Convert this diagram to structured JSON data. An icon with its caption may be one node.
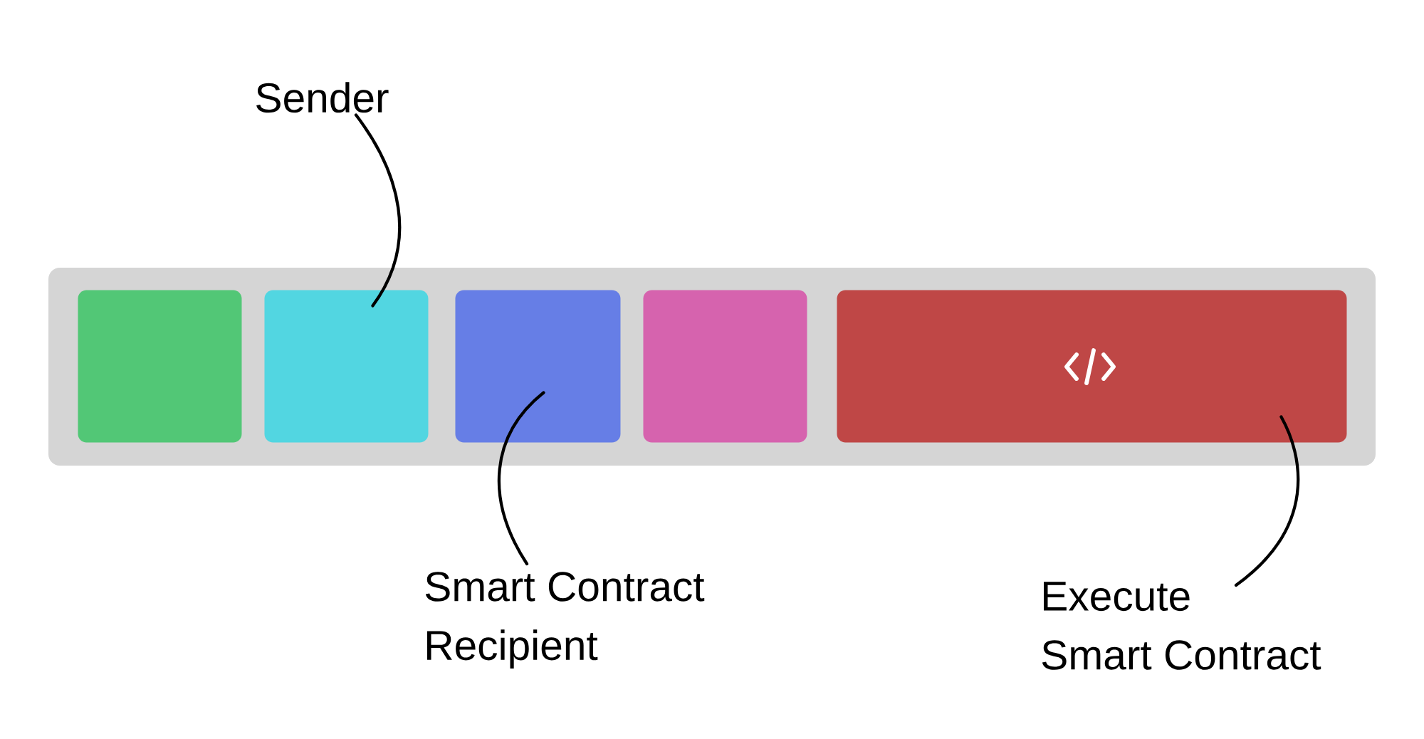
{
  "diagram": {
    "nodes": [
      {
        "text": [],
        "shape": "bar"
      },
      {
        "text": [],
        "shape": "box",
        "in": 0
      },
      {
        "text": [],
        "shape": "box",
        "in": 0
      },
      {
        "text": [],
        "shape": "box",
        "in": 0
      },
      {
        "text": [],
        "shape": "box",
        "in": 0
      },
      {
        "text": [],
        "shape": "box",
        "in": 0
      },
      {
        "text": [
          "Sender"
        ]
      },
      {
        "text": [
          "Smart Contract Recipient"
        ]
      },
      {
        "text": [
          "Execute Smart Contract"
        ]
      }
    ],
    "edges": [
      {
        "from": 6,
        "to": 2,
        "arrow": "none"
      },
      {
        "from": 7,
        "to": 3,
        "arrow": "none"
      },
      {
        "from": 8,
        "to": 5,
        "arrow": "none"
      }
    ]
  }
}
